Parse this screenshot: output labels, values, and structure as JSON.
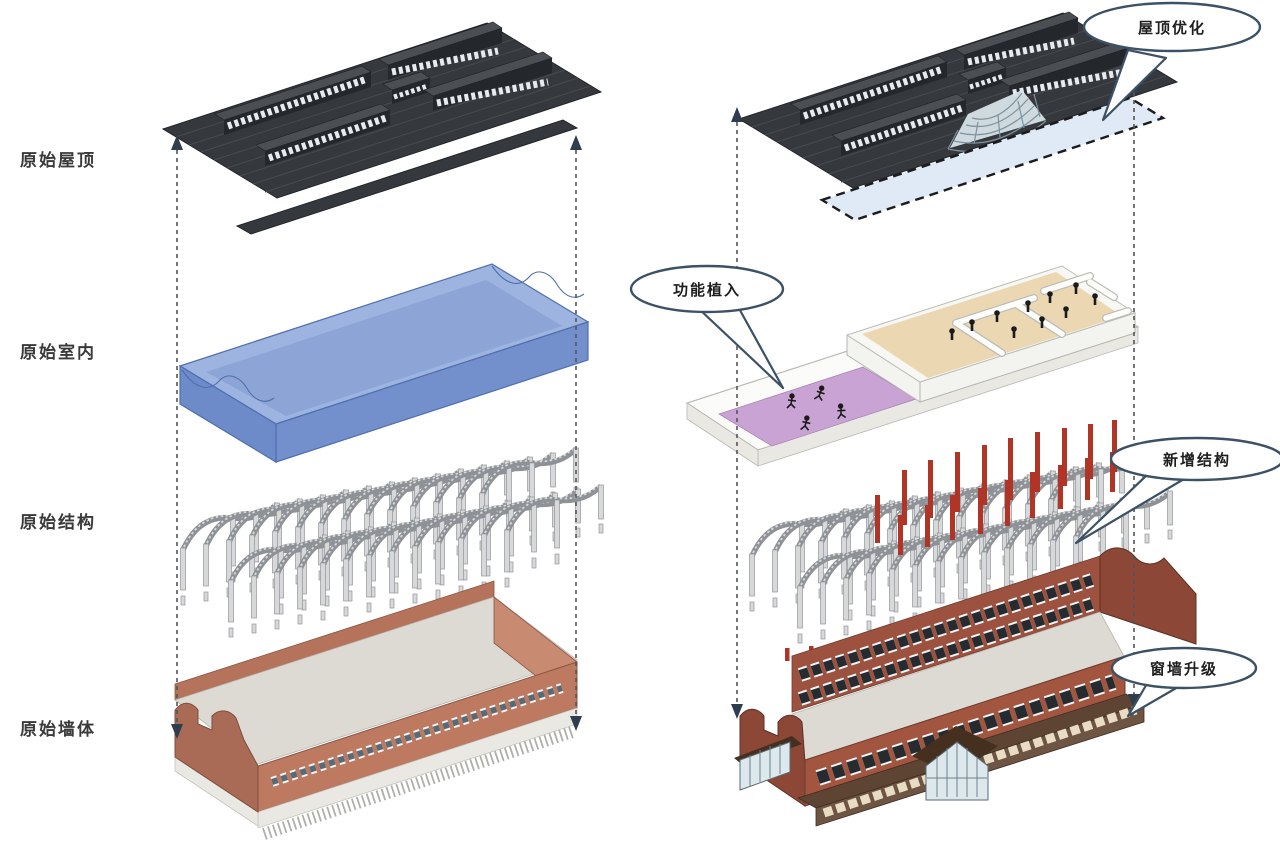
{
  "row_labels": [
    {
      "label": "原始屋顶"
    },
    {
      "label": "原始室内"
    },
    {
      "label": "原始结构"
    },
    {
      "label": "原始墙体"
    }
  ],
  "callouts": {
    "roof": {
      "label": "屋顶优化"
    },
    "function": {
      "label": "功能植入"
    },
    "structure": {
      "label": "新增结构"
    },
    "window": {
      "label": "窗墙升级"
    }
  },
  "colors": {
    "bg": "#ffffff",
    "label-text": "#3a3a3a",
    "guide": "#555555",
    "arrow": "#2e3e4e",
    "roof": "#35383c",
    "roof-stripe": "#474b50",
    "monitor-face": "#24272b",
    "monitor-top": "#4b4f54",
    "window-strip": "#e7ebee",
    "vault-fill": "#d8e3e8",
    "vault-line": "#7d929e",
    "plane-fill": "#dfeaf6",
    "plane-border": "#1c1c1c",
    "blue-top": "#9db4e0",
    "blue-mid": "#8ca4d6",
    "blue-front": "#7390cc",
    "blue-side": "#6d8bc9",
    "blue-edge": "#4f6fae",
    "truss": "#8e9296",
    "truss-light": "#d6d8da",
    "red-new": "#b03527",
    "brick-front": "#bd7a61",
    "brick-end": "#a96b55",
    "brick-back": "#b5735c",
    "brick2": "#9d5240",
    "brick2-front": "#a2553f",
    "brick2-end": "#8c4736",
    "floor-gray": "#dcdad3",
    "base-light": "#eae8e3",
    "fringe": "#afafaa",
    "canopy": "#5e4433",
    "canopy-side": "#6e5442",
    "canopy-dark": "#45301f",
    "glass": "#dde8ed",
    "glass-grid": "#6d828e",
    "win-dark": "#262b30",
    "win-frame": "#f2f3f4",
    "arcade-light": "#e9dcc4",
    "deck": "#fbfbf9",
    "deck-edge": "#b9b9b4",
    "wall-white": "#f3f3f0",
    "tan": "#ebd7b2",
    "purple": "#c9a3d4",
    "person": "#1b1b1b",
    "bubble-border": "#3c5166",
    "bubble-text": "#1e1e1e"
  }
}
